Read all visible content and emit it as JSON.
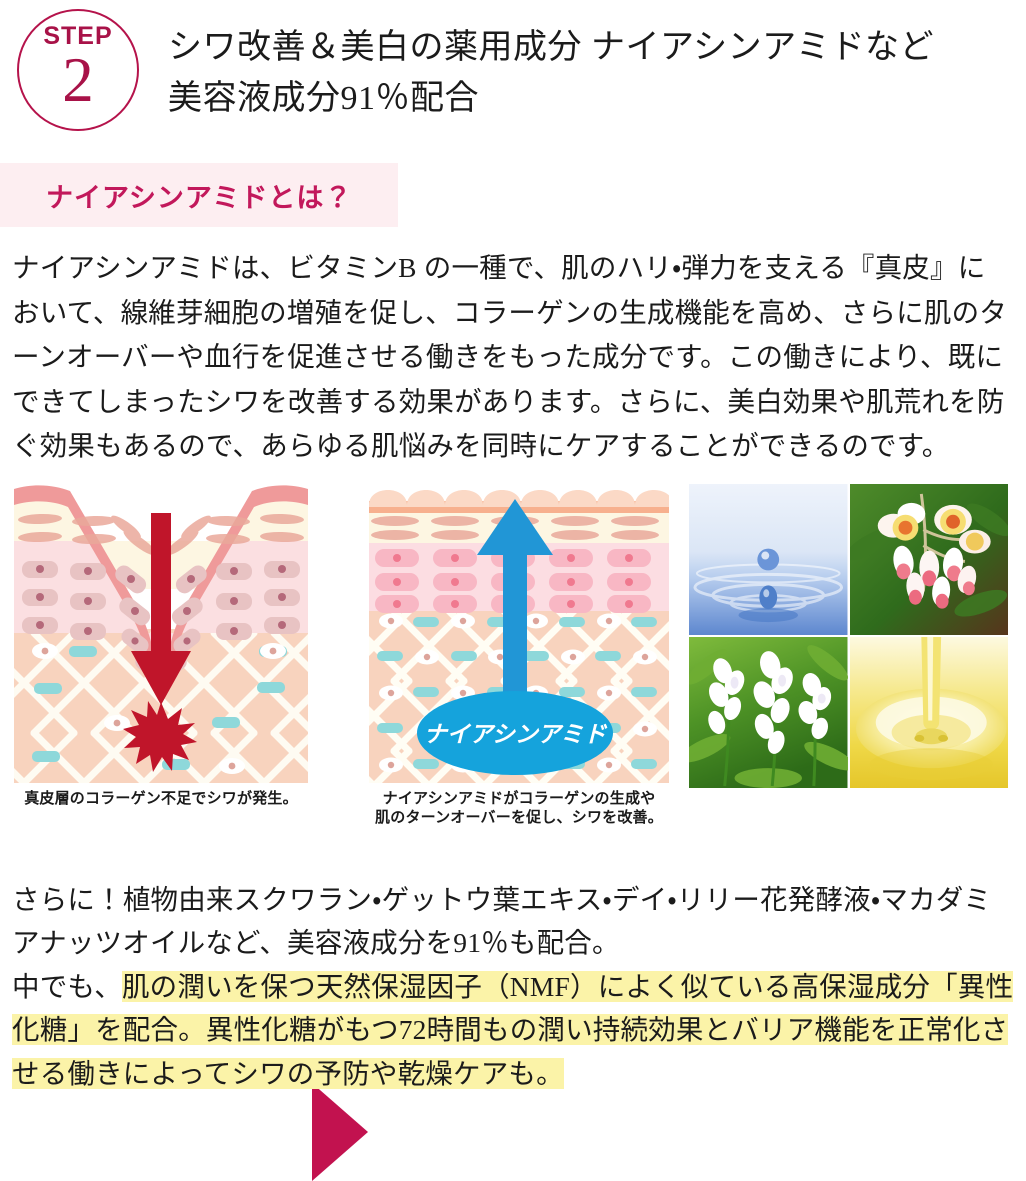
{
  "header": {
    "step_label": "STEP",
    "step_number": "2",
    "title_line1": "シワ改善＆美白の薬用成分 ナイアシンアミドなど",
    "title_line2": "美容液成分91％配合",
    "accent_color": "#a81248"
  },
  "subhead": {
    "text": "ナイアシンアミドとは？",
    "band_color": "#fdeef1",
    "text_color": "#c2185b"
  },
  "body": {
    "paragraph": "ナイアシンアミドは、ビタミンB の一種で、肌のハリ・弾力を支える『真皮』において、線維芽細胞の増殖を促し、コラーゲンの生成機能を高め、さらに肌のターンオーバーや血行を促進させる働きをもった成分です。この働きにより、既にできてしまったシワを改善する効果があります。さらに、美白効果や肌荒れを防ぐ効果もあるので、あらゆる肌悩みを同時にケアすることができるのです。"
  },
  "figures": {
    "wrinkle": {
      "caption": "真皮層のコラーゲン不足でシワが発生。",
      "arrow_color": "#c0152a",
      "arrow_direction": "down"
    },
    "transition_arrow": {
      "color": "#c2124f",
      "direction": "right"
    },
    "improve": {
      "caption_line1": "ナイアシンアミドがコラーゲンの生成や",
      "caption_line2": "肌のターンオーバーを促し、シワを改善。",
      "badge_label": "ナイアシンアミド",
      "badge_color": "#15a3dc",
      "arrow_color": "#2196d6",
      "arrow_direction": "up"
    }
  },
  "photos": [
    {
      "name": "water-droplet-photo",
      "alt": "水滴と波紋"
    },
    {
      "name": "gettou-flower-photo",
      "alt": "ゲットウの花"
    },
    {
      "name": "lily-flower-photo",
      "alt": "リリーの花"
    },
    {
      "name": "macadamia-oil-photo",
      "alt": "マカダミアナッツオイル"
    }
  ],
  "bottom": {
    "line1": "さらに！植物由来スクワラン・ゲットウ葉エキス・デイ・リリー花発酵液・マカダミ",
    "line2": "アナッツオイルなど、美容液成分を91％も配合。",
    "line3_prefix": "中でも、",
    "line3_highlight": "肌の潤いを保つ天然保湿因子（NMF）によく似ている高保湿成分「異性化糖」を配合。異性化糖がもつ72時間もの潤い持続効果とバリア機能を正常化させる働きによってシワの予防や乾燥ケアも。",
    "highlight_color": "#fbf3a8"
  }
}
